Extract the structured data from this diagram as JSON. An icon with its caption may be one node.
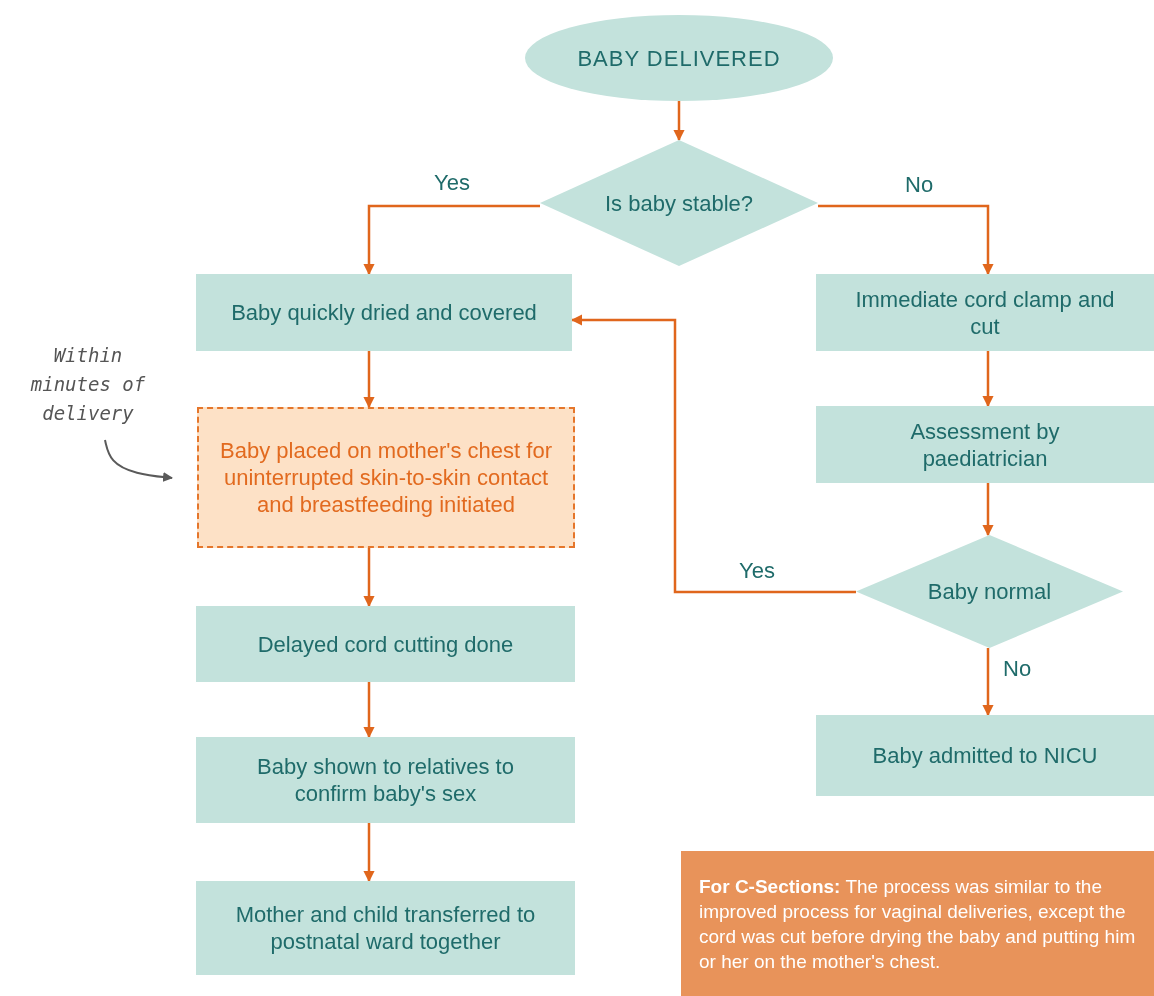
{
  "diagram": {
    "nodes": [
      {
        "text": [
          "BABY DELIVERED"
        ]
      },
      {
        "text": [
          "Is baby stable?"
        ]
      },
      {
        "text": [
          "Baby quickly dried and covered"
        ]
      },
      {
        "text": [
          "Baby placed on mother's chest for uninterrupted skin-to-skin contact and breastfeeding initiated"
        ]
      },
      {
        "text": [
          "Delayed cord cutting done"
        ]
      },
      {
        "text": [
          "Baby shown to relatives to confirm baby's sex"
        ]
      },
      {
        "text": [
          "Mother and child transferred to postnatal ward together"
        ]
      },
      {
        "text": [
          "Immediate cord clamp and cut"
        ]
      },
      {
        "text": [
          "Assessment by paediatrician"
        ]
      },
      {
        "text": [
          "Baby normal"
        ]
      },
      {
        "text": [
          "Baby admitted to NICU"
        ]
      },
      {
        "text": [
          "Within minutes of delivery"
        ]
      },
      {
        "text": [
          "**For C-Sections:** The process was similar to the improved process for vaginal deliveries, except the cord was cut before drying the baby and putting him or her on the mother's chest."
        ]
      }
    ],
    "edges": [
      {
        "from": 0,
        "to": 1,
        "arrow": "to"
      },
      {
        "from": 1,
        "to": 2,
        "arrow": "to",
        "label": "Yes"
      },
      {
        "from": 1,
        "to": 7,
        "arrow": "to",
        "label": "No"
      },
      {
        "from": 2,
        "to": 3,
        "arrow": "to"
      },
      {
        "from": 3,
        "to": 4,
        "arrow": "to"
      },
      {
        "from": 4,
        "to": 5,
        "arrow": "to"
      },
      {
        "from": 5,
        "to": 6,
        "arrow": "to"
      },
      {
        "from": 7,
        "to": 8,
        "arrow": "to"
      },
      {
        "from": 8,
        "to": 9,
        "arrow": "to"
      },
      {
        "from": 9,
        "to": 2,
        "arrow": "to",
        "label": "Yes"
      },
      {
        "from": 9,
        "to": 10,
        "arrow": "to",
        "label": "No"
      },
      {
        "from": 11,
        "to": 3,
        "arrow": "to",
        "color": "#5a5a5a"
      }
    ]
  }
}
